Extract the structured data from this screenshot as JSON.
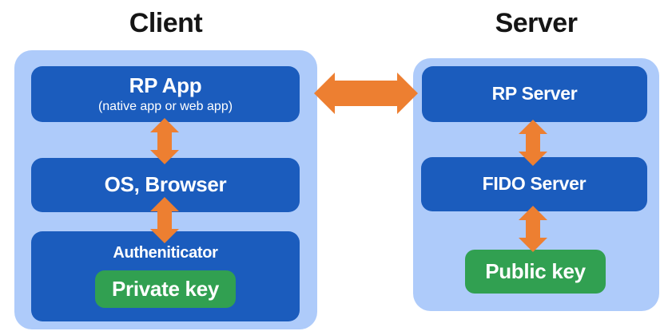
{
  "colors": {
    "container": "#aecbfa",
    "box": "#1b5cbd",
    "key": "#31a051",
    "arrow": "#ed7f31",
    "title": "#151515",
    "background": "#ffffff"
  },
  "client": {
    "title": "Client",
    "rp_app": {
      "label": "RP App",
      "sublabel": "(native app or web app)"
    },
    "os_browser": {
      "label": "OS, Browser"
    },
    "authenticator": {
      "label": "Autheniticator"
    },
    "private_key": {
      "label": "Private key"
    }
  },
  "server": {
    "title": "Server",
    "rp_server": {
      "label": "RP Server"
    },
    "fido_server": {
      "label": "FIDO Server"
    },
    "public_key": {
      "label": "Public key"
    }
  }
}
